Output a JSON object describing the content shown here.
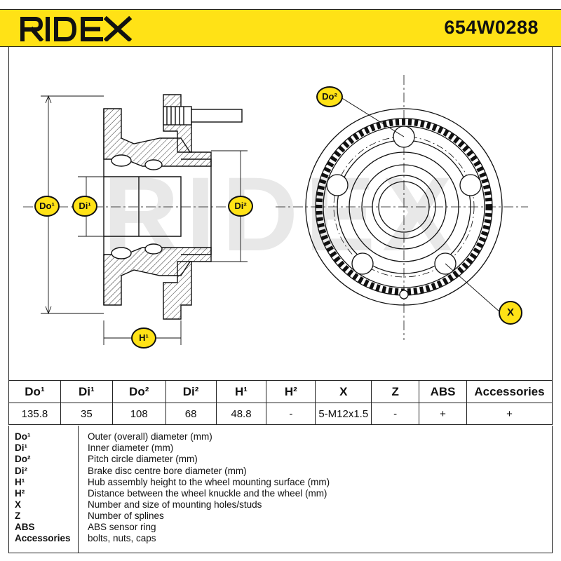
{
  "header": {
    "brand": "RIDEX",
    "part_number": "654W0288",
    "brand_color": "#ffe216"
  },
  "drawing": {
    "watermark": "RIDEX",
    "labels": {
      "do1": "Do¹",
      "di1": "Di¹",
      "di2": "Di²",
      "h1": "H¹",
      "do2": "Do²",
      "x": "X"
    }
  },
  "spec_table": {
    "headers": [
      "Do¹",
      "Di¹",
      "Do²",
      "Di²",
      "H¹",
      "H²",
      "X",
      "Z",
      "ABS",
      "Accessories"
    ],
    "values": [
      "135.8",
      "35",
      "108",
      "68",
      "48.8",
      "-",
      "5-M12x1.5",
      "-",
      "+",
      "+"
    ]
  },
  "legend": [
    {
      "key": "Do¹",
      "desc": "Outer (overall) diameter (mm)"
    },
    {
      "key": "Di¹",
      "desc": "Inner diameter (mm)"
    },
    {
      "key": "Do²",
      "desc": "Pitch circle diameter (mm)"
    },
    {
      "key": "Di²",
      "desc": "Brake disc centre bore diameter (mm)"
    },
    {
      "key": "H¹",
      "desc": "Hub assembly height to the wheel mounting surface (mm)"
    },
    {
      "key": "H²",
      "desc": "Distance between the wheel knuckle and the wheel (mm)"
    },
    {
      "key": "X",
      "desc": "Number and size of mounting holes/studs"
    },
    {
      "key": "Z",
      "desc": "Number of splines"
    },
    {
      "key": "ABS",
      "desc": "ABS sensor ring"
    },
    {
      "key": "Accessories",
      "desc": "bolts, nuts, caps"
    }
  ]
}
